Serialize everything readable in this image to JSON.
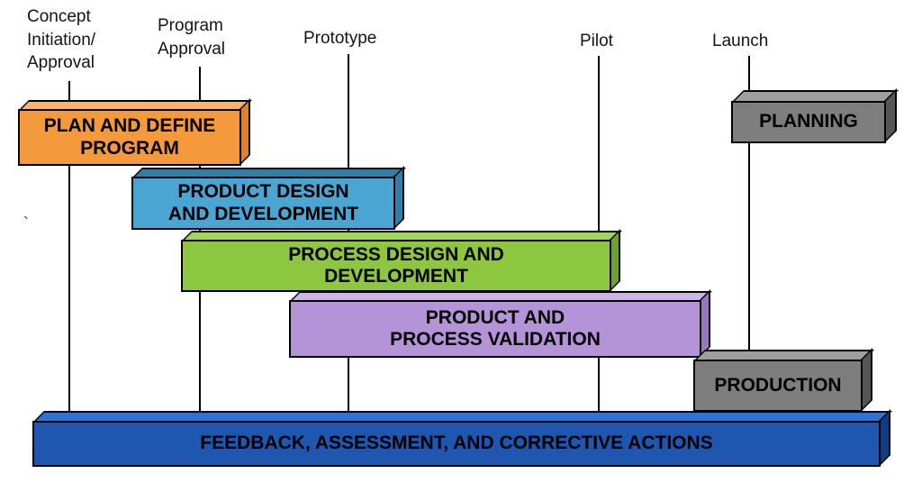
{
  "diagram": {
    "milestones": [
      {
        "label": "Concept\nInitiation/\nApproval"
      },
      {
        "label": "Program\nApproval"
      },
      {
        "label": "Prototype"
      },
      {
        "label": "Pilot"
      },
      {
        "label": "Launch"
      }
    ],
    "phases": [
      {
        "label": "PLAN AND DEFINE\nPROGRAM",
        "color": "#F5993D"
      },
      {
        "label": "PRODUCT DESIGN\nAND DEVELOPMENT",
        "color": "#4AA5D3"
      },
      {
        "label": "PROCESS DESIGN AND\nDEVELOPMENT",
        "color": "#8DC63F"
      },
      {
        "label": "PRODUCT AND\nPROCESS VALIDATION",
        "color": "#B593D8"
      },
      {
        "label": "PLANNING",
        "color": "#7E7E7E"
      },
      {
        "label": "PRODUCTION",
        "color": "#7E7E7E"
      }
    ],
    "footer": {
      "label": "FEEDBACK, ASSESSMENT, AND CORRECTIVE ACTIONS",
      "color": "#1F56B0"
    },
    "line_color": "#000000",
    "stray_mark": "`"
  }
}
